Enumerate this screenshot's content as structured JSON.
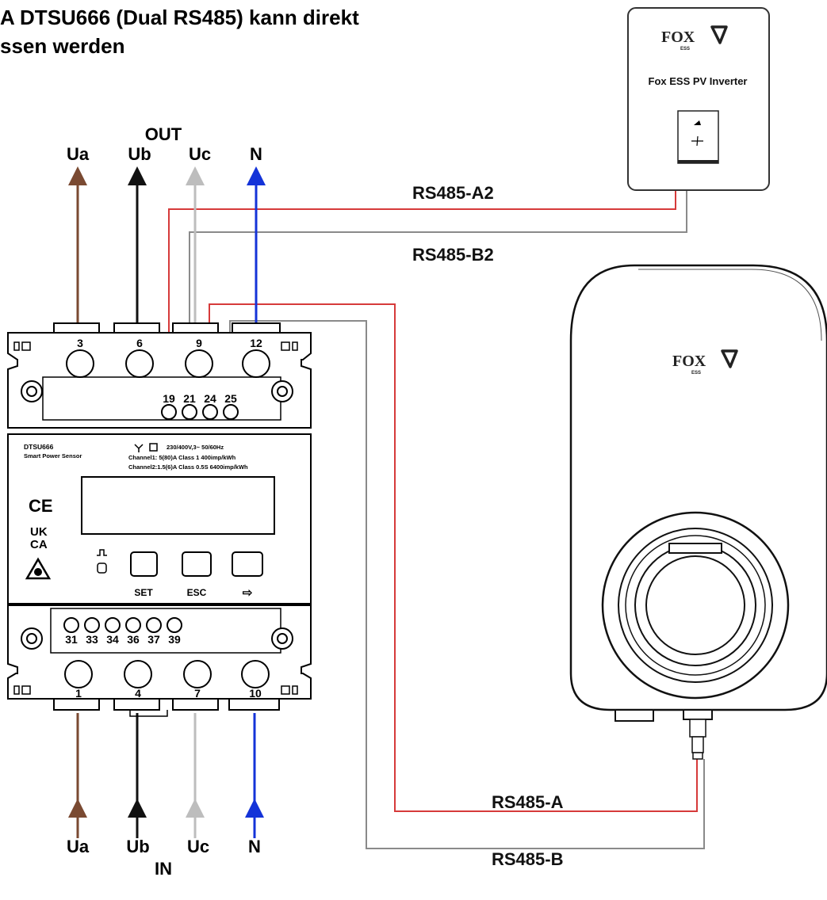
{
  "heading": {
    "line1": "A DTSU666 (Dual RS485) kann direkt",
    "line2": "ssen werden"
  },
  "meter": {
    "top_terminals": [
      "3",
      "6",
      "9",
      "12"
    ],
    "rs485_terminals": [
      "19",
      "21",
      "24",
      "25"
    ],
    "bottom_small_terminals": [
      "31",
      "33",
      "34",
      "36",
      "37",
      "39"
    ],
    "bottom_terminals": [
      "1",
      "4",
      "7",
      "10"
    ],
    "model": "DTSU666",
    "subtitle": "Smart Power Sensor",
    "spec_line1": "230/400V,3~  50/60Hz",
    "spec_line2": "Channel1: 5(80)A  Class 1     400imp/kWh",
    "spec_line3": "Channel2:1.5(6)A  Class 0.5S  6400imp/kWh",
    "mark_ce": "CE",
    "mark_uk": "UK",
    "mark_ca": "CA",
    "buttons": [
      "SET",
      "ESC",
      "⇨"
    ]
  },
  "phases_out": {
    "title": "OUT",
    "labels": [
      "Ua",
      "Ub",
      "Uc",
      "N"
    ]
  },
  "phases_in": {
    "title": "IN",
    "labels": [
      "Ua",
      "Ub",
      "Uc",
      "N"
    ]
  },
  "phase_colors": {
    "Ua": "#7a4a32",
    "Ub": "#111111",
    "Uc": "#bdbdbd",
    "N": "#1433d8"
  },
  "wire_colors": {
    "rs485_a": "#d63a3a",
    "rs485_b": "#8a8a8a"
  },
  "inverter": {
    "logo": "FOX",
    "logo_sub": "ESS",
    "name": "Fox ESS PV Inverter"
  },
  "charger": {
    "logo": "FOX",
    "logo_sub": "ESS"
  },
  "wires": {
    "a2_label": "RS485-A2",
    "b2_label": "RS485-B2",
    "a_label": "RS485-A",
    "b_label": "RS485-B"
  },
  "icons": [
    "certification-triangle-icon",
    "pulse-led-icon",
    "tamper-seal-icon",
    "inverter-port-icon",
    "charging-socket-icon"
  ]
}
